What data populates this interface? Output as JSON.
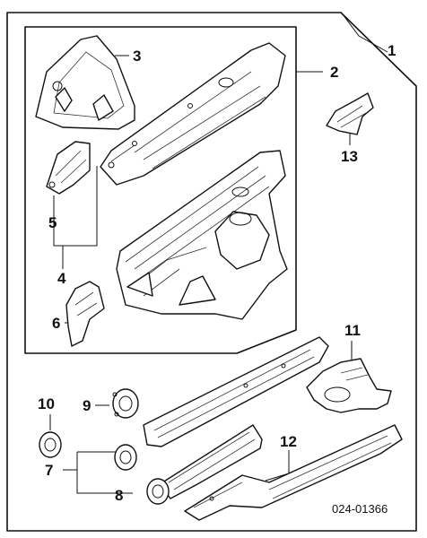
{
  "callouts": [
    "1",
    "2",
    "3",
    "4",
    "5",
    "6",
    "7",
    "8",
    "9",
    "10",
    "11",
    "12",
    "13"
  ],
  "catalog_code": "024-01366"
}
